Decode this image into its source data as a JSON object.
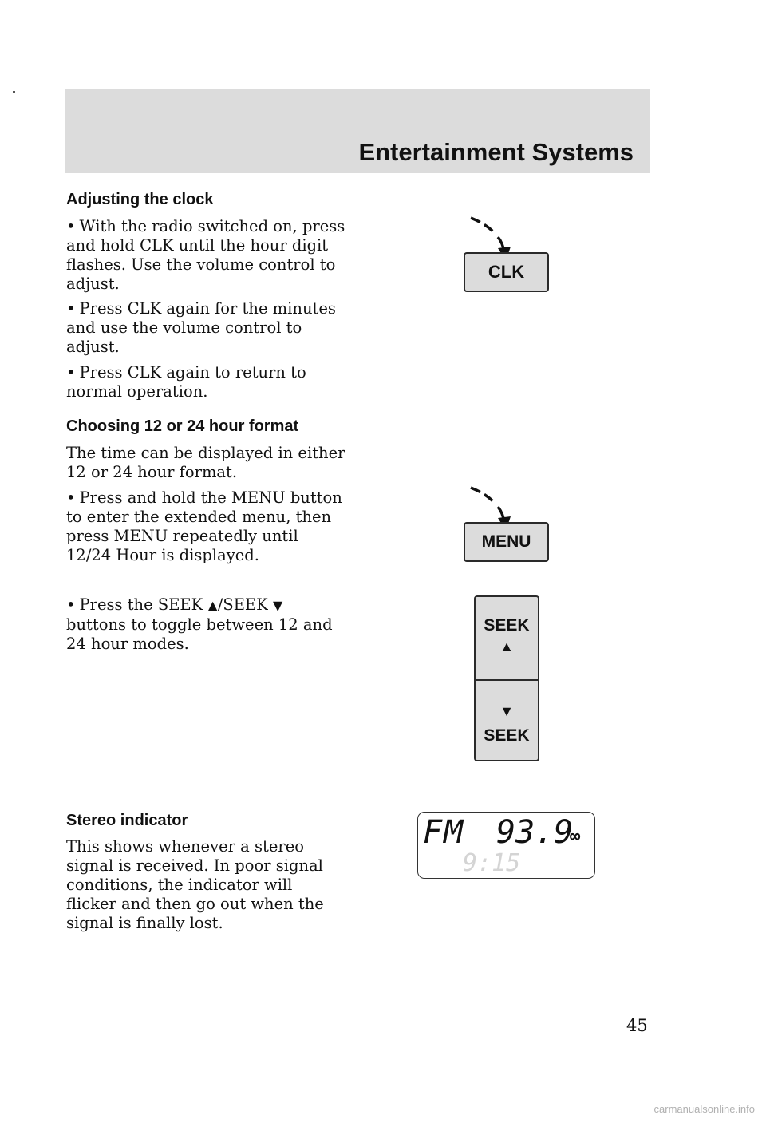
{
  "header": {
    "title": "Entertainment Systems"
  },
  "sections": [
    {
      "heading": "Adjusting the clock",
      "paragraphs": [
        "With the radio switched on, press and hold CLK until the hour digit flashes. Use the volume control to adjust.",
        "Press CLK again for the minutes and use the volume control to adjust.",
        "Press CLK again to return to normal operation."
      ]
    },
    {
      "heading": "Choosing 12 or 24 hour format",
      "intro": "The time can be displayed in either 12 or 24 hour format.",
      "paragraphs": [
        "Press and hold the MENU button to enter the extended menu, then press MENU repeatedly until 12/24 Hour is displayed.",
        "buttons to toggle between 12 and 24 hour modes."
      ],
      "seek_prefix": "Press the SEEK",
      "seek_sep": "/SEEK"
    },
    {
      "heading": "Stereo indicator",
      "intro": "This shows whenever a stereo signal is received. In poor signal conditions, the indicator will flicker and then go out when the signal is finally lost."
    }
  ],
  "buttons": {
    "clk_label": "CLK",
    "menu_label": "MENU",
    "seek_up_label": "SEEK",
    "seek_down_label": "SEEK"
  },
  "display": {
    "band": "FM",
    "frequency": "93.9",
    "time": "9:15",
    "stereo_symbol": "∞"
  },
  "page_number": "45",
  "watermark": "carmanualsonline.info",
  "colors": {
    "header_band": "#dcdcdc",
    "button_fill": "#dcdcdc"
  }
}
